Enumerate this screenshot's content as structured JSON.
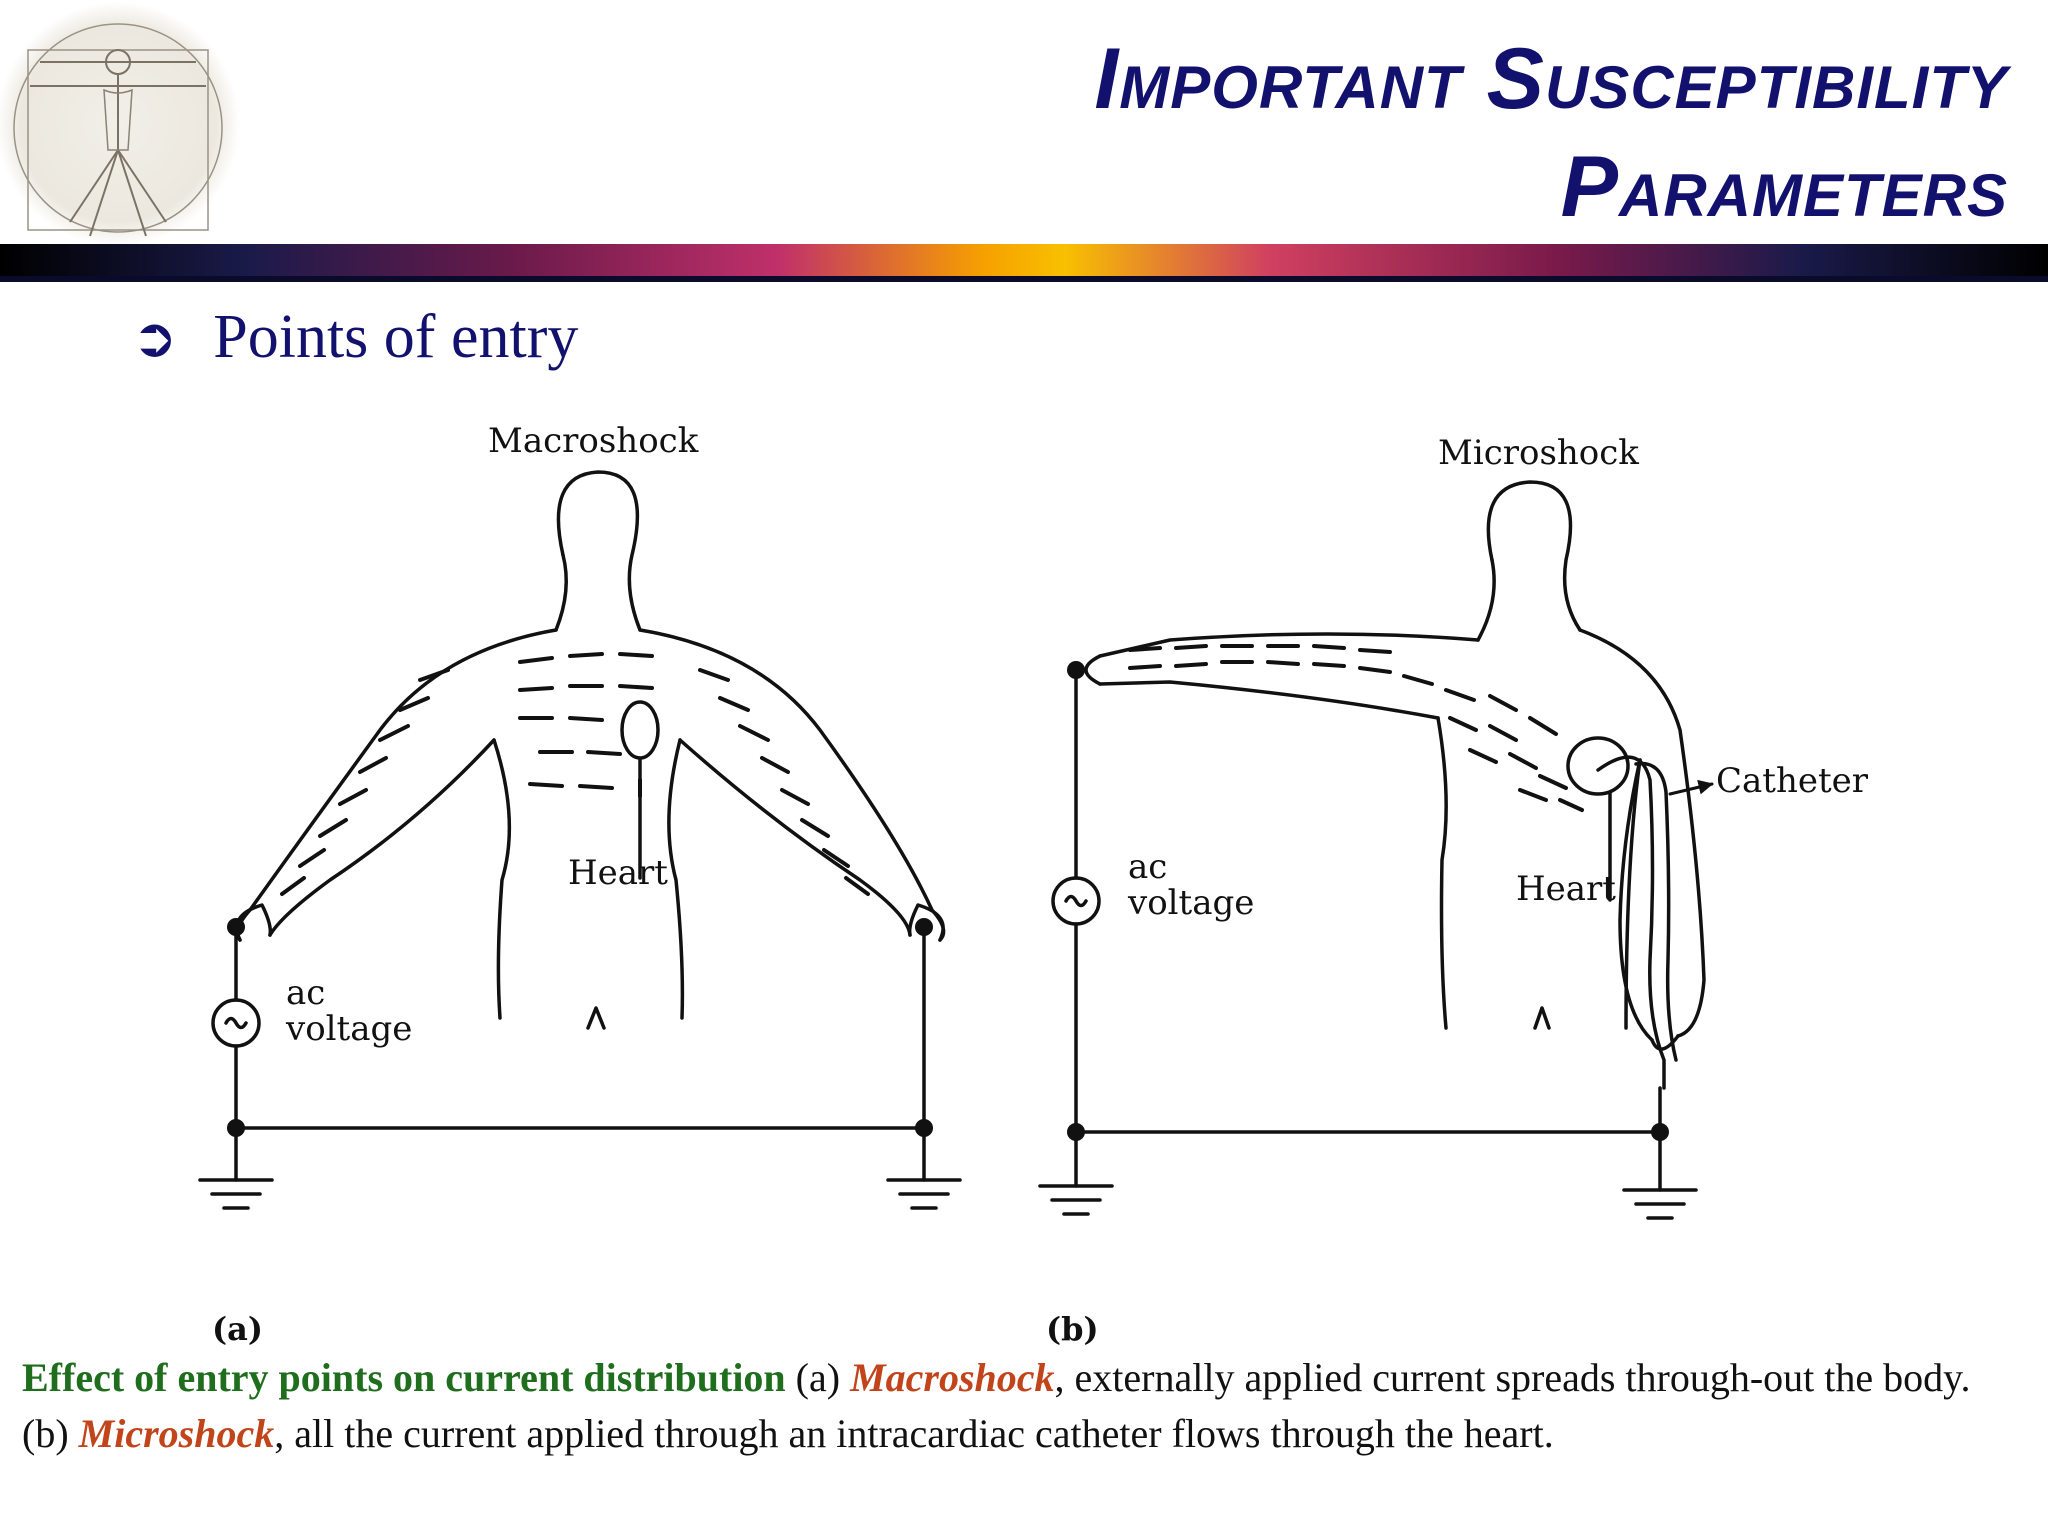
{
  "title": {
    "line1": "Important Susceptibility",
    "line2": "Parameters"
  },
  "bullet": {
    "icon": "arrow-circle-right-icon",
    "text": "Points of entry"
  },
  "diagram_a": {
    "heading": "Macroshock",
    "heart_label": "Heart",
    "source_line1": "ac",
    "source_line2": "voltage",
    "panel_label": "(a)"
  },
  "diagram_b": {
    "heading": "Microshock",
    "heart_label": "Heart",
    "catheter_label": "Catheter",
    "source_line1": "ac",
    "source_line2": "voltage",
    "panel_label": "(b)"
  },
  "caption": {
    "lead": "Effect of entry points on current distribution",
    "part_a_prefix": " (a) ",
    "macro": "Macroshock",
    "part_a_text": ", externally applied current spreads through-out the body. (b) ",
    "micro": "Microshock",
    "part_b_text": ", all the current applied through an intracardiac catheter flows through the heart."
  },
  "colors": {
    "title": "#12126e",
    "lead": "#1e6e1e",
    "accent": "#c1441a"
  }
}
